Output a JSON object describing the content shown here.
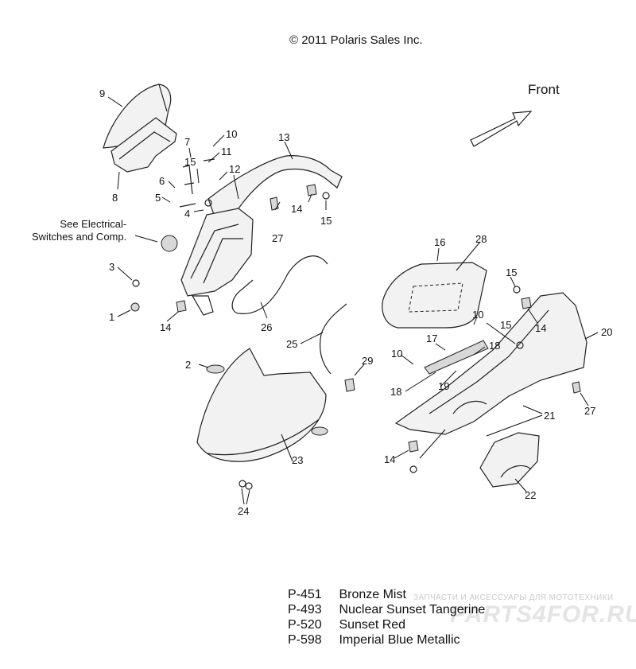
{
  "copyright": "© 2011 Polaris Sales Inc.",
  "direction_label": "Front",
  "note": "See Electrical-\nSwitches and Comp.",
  "callouts": {
    "c1": "1",
    "c2": "2",
    "c3": "3",
    "c4": "4",
    "c5": "5",
    "c6": "6",
    "c7": "7",
    "c8": "8",
    "c9": "9",
    "c10a": "10",
    "c10b": "10",
    "c10c": "10",
    "c11": "11",
    "c12": "12",
    "c13": "13",
    "c14a": "14",
    "c14b": "14",
    "c14c": "14",
    "c14d": "14",
    "c15a": "15",
    "c15b": "15",
    "c15c": "15",
    "c15d": "15",
    "c16": "16",
    "c17": "17",
    "c18a": "18",
    "c18b": "18",
    "c19": "19",
    "c20": "20",
    "c21": "21",
    "c22": "22",
    "c23": "23",
    "c24": "24",
    "c25": "25",
    "c26": "26",
    "c27a": "27",
    "c27b": "27",
    "c28": "28",
    "c29": "29"
  },
  "legend": [
    {
      "code": "P-451",
      "name": "Bronze Mist"
    },
    {
      "code": "P-493",
      "name": "Nuclear Sunset Tangerine"
    },
    {
      "code": "P-520",
      "name": "Sunset Red"
    },
    {
      "code": "P-598",
      "name": "Imperial Blue Metallic"
    }
  ],
  "watermark": {
    "line1": "ЗАПЧАСТИ И АКСЕССУАРЫ ДЛЯ МОТОТЕХНИКИ",
    "line2": "PARTS4FOR.RU"
  }
}
